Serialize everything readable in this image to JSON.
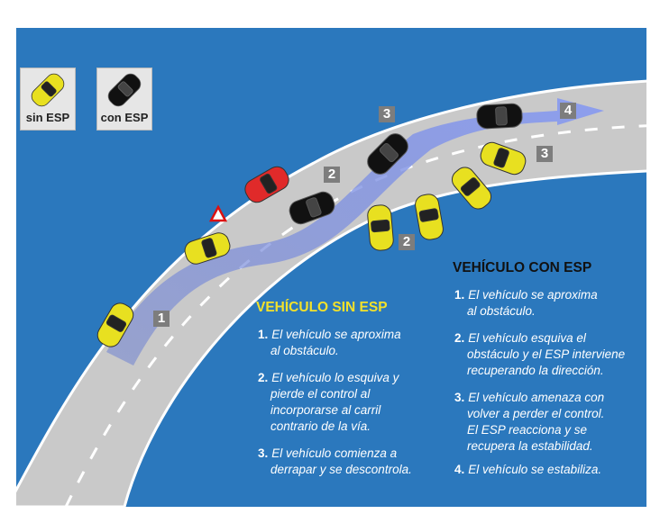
{
  "legend": {
    "without": "sin ESP",
    "with": "con ESP"
  },
  "heading_without": "VEHÍCULO SIN ESP",
  "heading_with": "VEHÍCULO CON ESP",
  "steps_without": [
    {
      "num": "1.",
      "text": [
        "El vehículo se aproxima",
        "al obstáculo."
      ]
    },
    {
      "num": "2.",
      "text": [
        "El vehículo lo esquiva y",
        "pierde el control al",
        "incorporarse al carril",
        "contrario de la vía."
      ]
    },
    {
      "num": "3.",
      "text": [
        "El vehículo comienza a",
        "derrapar y se descontrola."
      ]
    }
  ],
  "steps_with": [
    {
      "num": "1.",
      "text": [
        "El vehículo se aproxima",
        "al obstáculo."
      ]
    },
    {
      "num": "2.",
      "text": [
        "El vehículo esquiva el",
        "obstáculo y el ESP interviene",
        "recuperando la  dirección."
      ]
    },
    {
      "num": "3.",
      "text": [
        "El vehículo amenaza con",
        "volver a perder el control.",
        "El ESP reacciona y se",
        "recupera la estabilidad."
      ]
    },
    {
      "num": "4.",
      "text": [
        "El vehículo se estabiliza."
      ]
    }
  ],
  "markers": [
    "1",
    "2",
    "3",
    "4",
    "2",
    "3"
  ],
  "colors": {
    "background": "#2b78bd",
    "road": "#c9c9c9",
    "path_arrow": "#7d8fd8",
    "car_without": "#e8e020",
    "car_with": "#111111",
    "obstacle_car": "#e02a2a",
    "heading_without": "#f2e12b",
    "heading_with": "#111111"
  },
  "icons": [
    "warning-triangle-icon",
    "direction-arrow-icon"
  ]
}
